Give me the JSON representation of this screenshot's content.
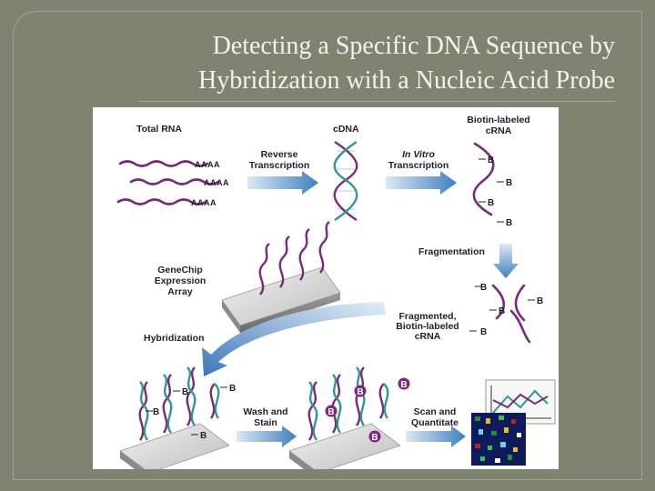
{
  "slide": {
    "title_line1": "Detecting a Specific DNA Sequence by",
    "title_line2": "Hybridization with a Nucleic Acid Probe"
  },
  "diagram": {
    "total_rna_label": "Total RNA",
    "poly_a_tail": "AAAA",
    "reverse_transcription_line1": "Reverse",
    "reverse_transcription_line2": "Transcription",
    "cdna_label": "cDNA",
    "in_vitro_line1": "In Vitro",
    "in_vitro_line2": "Transcription",
    "biotin_crna_line1": "Biotin-labeled",
    "biotin_crna_line2": "cRNA",
    "biotin_marker": "B",
    "fragmentation_label": "Fragmentation",
    "genechip_line1": "GeneChip",
    "genechip_line2": "Expression",
    "genechip_line3": "Array",
    "fragmented_line1": "Fragmented,",
    "fragmented_line2": "Biotin-labeled",
    "fragmented_line3": "cRNA",
    "hybridization_label": "Hybridization",
    "wash_stain_line1": "Wash and",
    "wash_stain_line2": "Stain",
    "scan_quantitate_line1": "Scan and",
    "scan_quantitate_line2": "Quantitate"
  },
  "colors": {
    "rna": "#7a2a7e",
    "dna_complement": "#2f9a86",
    "arrow": "#4a86c0",
    "background": "#7f8471"
  }
}
